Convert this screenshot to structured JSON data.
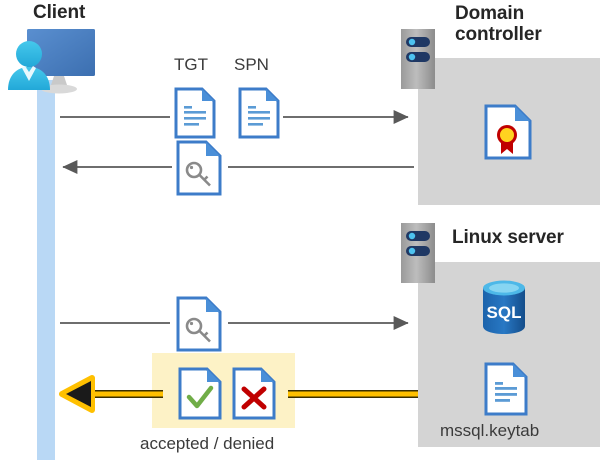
{
  "diagram": {
    "type": "sequence-flow",
    "title_client": "Client",
    "title_domain_controller": "Domain\ncontroller",
    "title_linux_server": "Linux server"
  },
  "colors": {
    "panel_gray": "#d4d4d4",
    "lifeline_blue": "#b9d8f5",
    "highlight_yellow": "#fdf2c6",
    "arrow_gray": "#595959",
    "arrow_gold": "#ffc000",
    "arrow_gold_outline": "#3b2f00",
    "doc_blue": "#3d7cc9",
    "doc_fold_blue": "#4a8fd8",
    "text_line_blue": "#5b9bd5",
    "check_green": "#70ad47",
    "cross_red": "#c00000",
    "medal_gold": "#ffd320",
    "medal_red": "#c00000",
    "sql_blue": "#1b5fa8",
    "sql_top_blue": "#4db8e8",
    "server_body": "#a6a6a6",
    "server_bar": "#1f3864",
    "server_dot": "#4dc3f0",
    "person_cyan": "#29b6e0",
    "monitor_blue": "#4a7fc1",
    "title_text": "#262626",
    "label_text": "#3b3b3b"
  },
  "client": {
    "label": "Client",
    "icon": "user-computer-icon"
  },
  "domain_controller": {
    "label_line1": "Domain",
    "label_line2": "controller",
    "server_icon": "server-rack-icon",
    "contents": [
      {
        "name": "certificate-document-icon",
        "caption": ""
      }
    ]
  },
  "linux_server": {
    "label": "Linux server",
    "server_icon": "server-rack-icon",
    "contents": [
      {
        "name": "sql-database-icon",
        "caption": "SQL"
      },
      {
        "name": "keytab-document-icon",
        "caption": "mssql.keytab"
      }
    ]
  },
  "flows": [
    {
      "id": "flow-tgt-spn-request",
      "direction": "right",
      "color": "#595959",
      "labels": [
        "TGT",
        "SPN"
      ],
      "icons": [
        "tgt-document-icon",
        "spn-document-icon"
      ]
    },
    {
      "id": "flow-ticket-response",
      "direction": "left",
      "color": "#595959",
      "labels": [],
      "icons": [
        "key-document-icon"
      ]
    },
    {
      "id": "flow-service-ticket-request",
      "direction": "right",
      "color": "#595959",
      "labels": [],
      "icons": [
        "key-document-icon"
      ]
    },
    {
      "id": "flow-auth-result",
      "direction": "left",
      "color": "#ffc000",
      "labels": [
        "accepted / denied"
      ],
      "icons": [
        "accepted-document-icon",
        "denied-document-icon"
      ]
    }
  ],
  "labels": {
    "tgt": "TGT",
    "spn": "SPN",
    "accepted_denied": "accepted / denied",
    "mssql_keytab": "mssql.keytab",
    "sql": "SQL"
  }
}
